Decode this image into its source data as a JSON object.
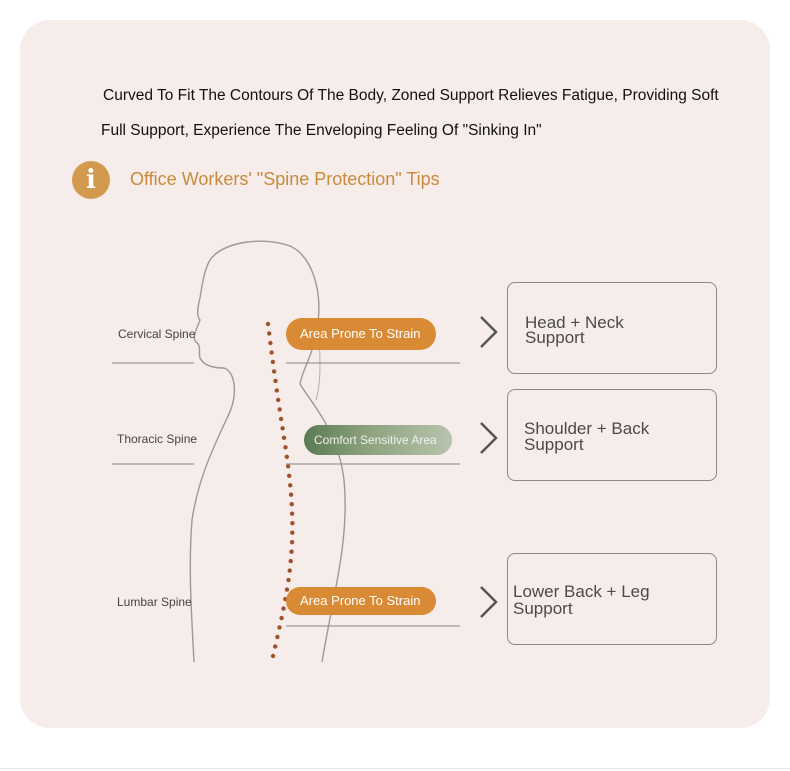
{
  "intro": {
    "line1": "Curved To Fit The Contours Of The Body, Zoned Support Relieves Fatigue, Providing Soft",
    "line2": "Full Support, Experience The Enveloping Feeling Of \"Sinking In\""
  },
  "tip": {
    "icon": "info-icon",
    "icon_glyph": "i",
    "title": "Office Workers' \"Spine Protection\" Tips",
    "accent_color": "#c98a3c"
  },
  "spine_regions": [
    {
      "label": "Cervical Spine",
      "tag": "Area Prone To Strain",
      "tag_color": "#d98a34",
      "support": [
        "Head + Neck",
        "Support"
      ]
    },
    {
      "label": "Thoracic Spine",
      "tag": "Comfort Sensitive Area",
      "tag_color": "#6f8a62",
      "support": [
        "Shoulder + Back",
        "Support"
      ]
    },
    {
      "label": "Lumbar Spine",
      "tag": "Area Prone To Strain",
      "tag_color": "#d98a34",
      "support": [
        "Lower Back + Leg",
        "Support"
      ]
    }
  ],
  "colors": {
    "card_bg": "#f6ece9",
    "spine_dots": "#a0522d",
    "box_border": "#8a8a8a"
  }
}
